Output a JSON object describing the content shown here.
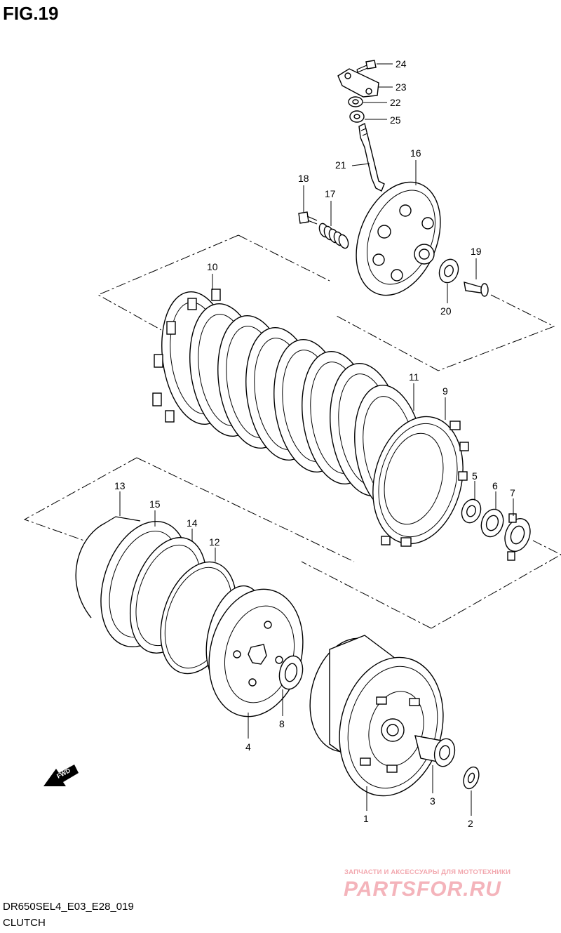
{
  "figure": {
    "title": "FIG.19"
  },
  "footer": {
    "model_code": "DR650SEL4_E03_E28_019",
    "section_name": "CLUTCH"
  },
  "watermark": {
    "tagline": "ЗАПЧАСТИ И АКСЕССУАРЫ ДЛЯ МОТОТЕХНИКИ",
    "logo_text": "PARTSFOR.RU",
    "color": "#f4b4bb"
  },
  "direction_marker": {
    "label": "FWD",
    "icon": "fwd-arrow-icon"
  },
  "callouts": [
    "24",
    "23",
    "22",
    "25",
    "21",
    "16",
    "18",
    "17",
    "19",
    "20",
    "10",
    "11",
    "9",
    "13",
    "15",
    "14",
    "12",
    "5",
    "6",
    "7",
    "8",
    "4",
    "3",
    "1",
    "2"
  ]
}
